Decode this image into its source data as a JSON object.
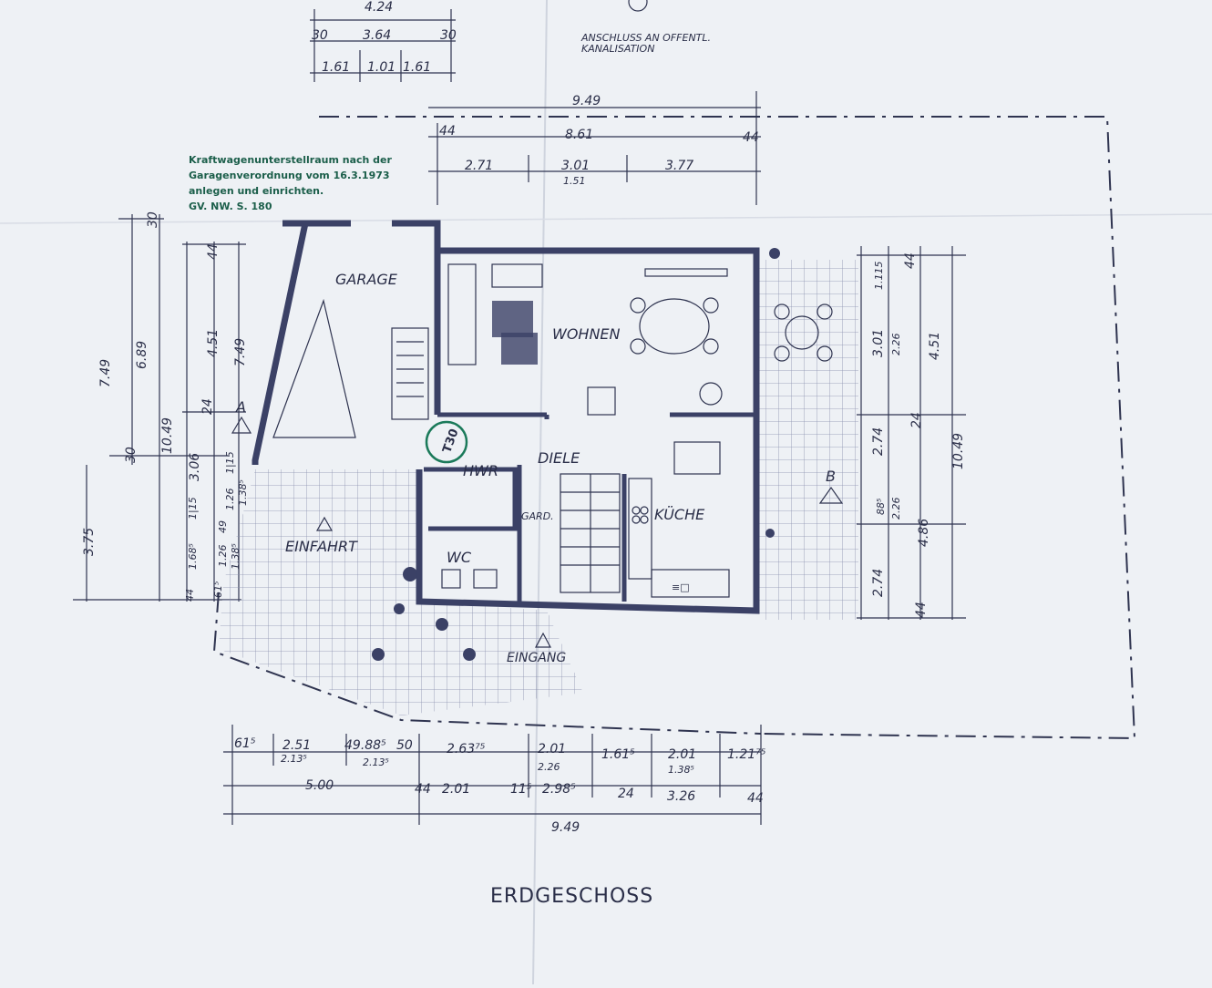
{
  "header": {
    "dim_top_424": "4.24",
    "dim_top_30_left": "30",
    "dim_top_364": "3.64",
    "dim_top_30_right": "30",
    "dim_top_161_a": "1.61",
    "dim_top_101": "1.01",
    "dim_top_161_b": "1.61",
    "sewer_note_line1": "ANSCHLUSS AN OFFENTL.",
    "sewer_note_line2": "KANALISATION"
  },
  "garage_note": {
    "line1": "Kraftwagenunterstellraum nach der",
    "line2": "Garagenverordnung vom 16.3.1973",
    "line3": "anlegen und einrichten.",
    "line4": "GV. NW. S. 180"
  },
  "top_dims": {
    "d949": "9.49",
    "d44_left": "44",
    "d861": "8.61",
    "d44_right": "44",
    "d271": "2.71",
    "d301": "3.01",
    "d151": "1.51",
    "d377": "3.77"
  },
  "rooms": {
    "garage": "GARAGE",
    "wohnen": "WOHNEN",
    "diele": "DIELE",
    "hwr": "HWR",
    "kueche": "KÜCHE",
    "gard": "GARD.",
    "wc": "WC",
    "einfahrt": "EINFAHRT",
    "eingang": "EINGANG",
    "stamp": "T30",
    "cooker": "≡□"
  },
  "left_dims": {
    "l30_top": "30",
    "l749_outer": "7.49",
    "l689": "6.89",
    "l44": "44",
    "l451": "4.51",
    "l749_inner": "7.49",
    "l1049": "10.49",
    "l24": "24",
    "l30_mid": "30",
    "l306": "3.06",
    "l115": "1|15",
    "l375": "3.75",
    "l126": "1.26",
    "l1385": "1.38⁵",
    "l1685": "1.68⁵",
    "l49": "49",
    "l115b": "1|15",
    "l126b": "1.26",
    "l1385b": "1.38⁵",
    "l615": "61⁵",
    "l44b": "44",
    "sectionA": "A"
  },
  "right_dims": {
    "r1115": "1.115",
    "r44_top": "44",
    "r301": "3.01",
    "r226": "2.26",
    "r451": "4.51",
    "r274_a": "2.74",
    "r24": "24",
    "r1049": "10.49",
    "r885": "88⁵",
    "r226b": "2.26",
    "r486": "4.86",
    "r274_b": "2.74",
    "r44_bottom": "44",
    "sectionB": "B"
  },
  "bottom_dims": {
    "row1": [
      "61⁵",
      "2.51",
      "49.88⁵",
      "50",
      "2.63⁷⁵",
      "2.01",
      "1.61⁵",
      "2.01",
      "1.21⁷⁵"
    ],
    "row1_sub": [
      "2.13⁵",
      "2.13⁵",
      "2.26",
      "1.38⁵"
    ],
    "row2": [
      "5.00",
      "44",
      "2.01",
      "11⁵",
      "2.98⁵",
      "24",
      "3.26",
      "44"
    ],
    "total": "9.49"
  },
  "title": "ERDGESCHOSS"
}
